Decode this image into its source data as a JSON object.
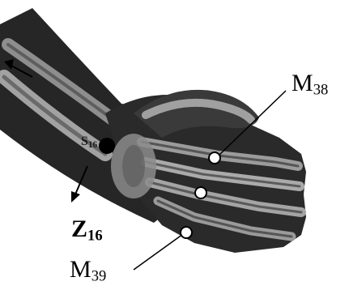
{
  "labels": {
    "m38": {
      "base": "M",
      "sub": "38"
    },
    "m39": {
      "base": "M",
      "sub": "39"
    },
    "z16": {
      "base": "Z",
      "sub": "16"
    },
    "s16": {
      "base": "S",
      "sub": "16"
    }
  },
  "colors": {
    "background": "#ffffff",
    "bone_light": "#9a9a9a",
    "bone_dark": "#2a2a2a",
    "marker_fill": "#ffffff",
    "marker_stroke": "#000000"
  }
}
